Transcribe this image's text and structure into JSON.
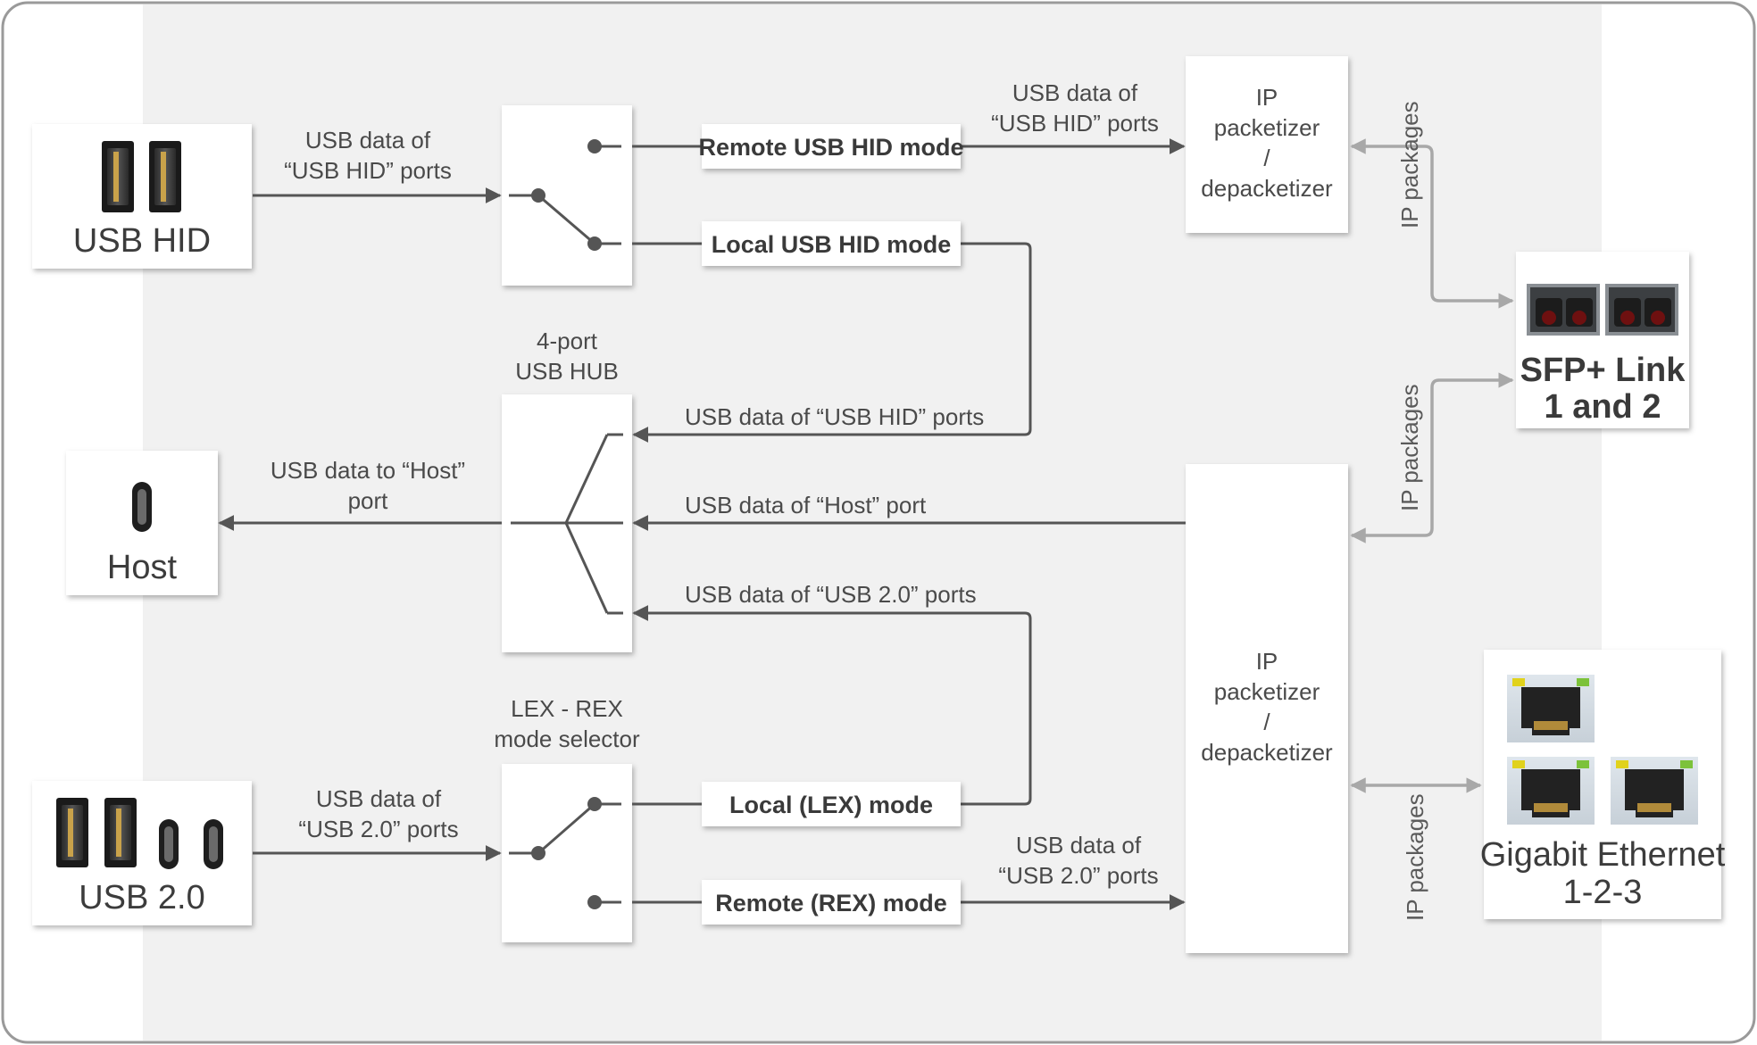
{
  "devices": {
    "usb_hid": {
      "label": "USB HID"
    },
    "host": {
      "label": "Host"
    },
    "usb20": {
      "label": "USB 2.0"
    },
    "sfp": {
      "line1": "SFP+ Link",
      "line2": "1 and 2"
    },
    "gbe": {
      "line1": "Gigabit Ethernet",
      "line2": "1-2-3"
    }
  },
  "blocks": {
    "hub": {
      "line1": "4-port",
      "line2": "USB HUB"
    },
    "selector": {
      "line1": "LEX - REX",
      "line2": "mode selector"
    },
    "packetizer_top": {
      "line1": "IP",
      "line2": "packetizer",
      "line3": "/",
      "line4": "depacketizer"
    },
    "packetizer_bottom": {
      "line1": "IP",
      "line2": "packetizer",
      "line3": "/",
      "line4": "depacketizer"
    }
  },
  "modes": {
    "remote_hid": "Remote USB HID mode",
    "local_hid": "Local USB HID mode",
    "local_lex": "Local (LEX) mode",
    "remote_rex": "Remote (REX) mode"
  },
  "flows": {
    "hid_in": {
      "line1": "USB data of",
      "line2": "“USB HID” ports"
    },
    "hid_remote": {
      "line1": "USB data of",
      "line2": "“USB HID” ports"
    },
    "hid_to_hub": "USB data of “USB HID” ports",
    "host_to_hub": "USB data of “Host” port",
    "usb20_to_hub": "USB data of “USB 2.0” ports",
    "to_host": {
      "line1": "USB data to “Host”",
      "line2": "port"
    },
    "usb20_in": {
      "line1": "USB data of",
      "line2": "“USB 2.0” ports"
    },
    "usb20_remote": {
      "line1": "USB data of",
      "line2": "“USB 2.0” ports"
    },
    "ip_top": "IP packages",
    "ip_mid": "IP packages",
    "ip_bottom": "IP packages"
  }
}
